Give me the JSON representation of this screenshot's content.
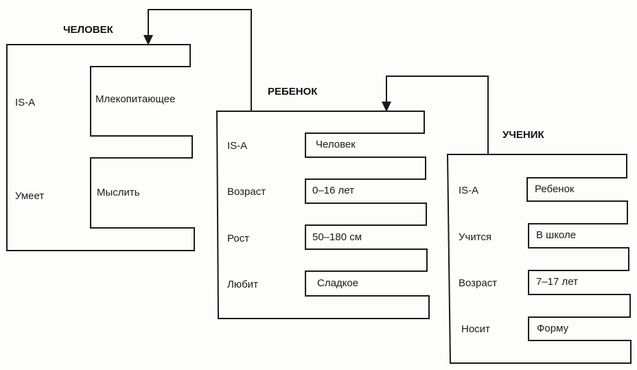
{
  "colors": {
    "line": "#1a1a1a",
    "background": "#fdfdfb"
  },
  "frames": [
    {
      "id": "chelovek",
      "title": "ЧЕЛОВЕК",
      "slots": [
        {
          "slot": "IS-A",
          "value": "Млекопитающее"
        },
        {
          "slot": "Умеет",
          "value": "Мыслить"
        }
      ]
    },
    {
      "id": "rebenok",
      "title": "РЕБЕНОК",
      "slots": [
        {
          "slot": "IS-A",
          "value": "Человек"
        },
        {
          "slot": "Возраст",
          "value": "0–16 лет"
        },
        {
          "slot": "Рост",
          "value": "50–180 см"
        },
        {
          "slot": "Любит",
          "value": "Сладкое"
        }
      ]
    },
    {
      "id": "uchenik",
      "title": "УЧЕНИК",
      "slots": [
        {
          "slot": "IS-A",
          "value": "Ребенок"
        },
        {
          "slot": "Учится",
          "value": "В школе"
        },
        {
          "slot": "Возраст",
          "value": "7–17 лет"
        },
        {
          "slot": "Носит",
          "value": "Форму"
        }
      ]
    }
  ],
  "links": [
    {
      "from": "rebenok",
      "to": "chelovek",
      "relation": "IS-A"
    },
    {
      "from": "uchenik",
      "to": "rebenok",
      "relation": "IS-A"
    }
  ]
}
